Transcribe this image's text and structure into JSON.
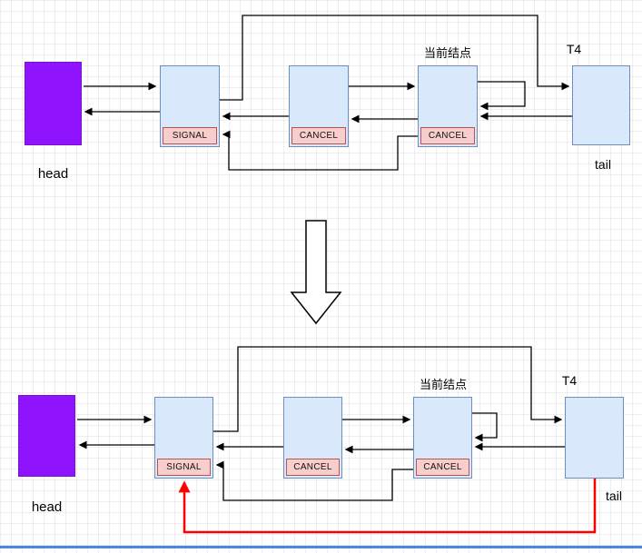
{
  "top": {
    "head_label": "head",
    "current_node_label": "当前结点",
    "thread_label": "T4",
    "tail_label": "tail",
    "node1_status": "SIGNAL",
    "node2_status": "CANCEL",
    "node3_status": "CANCEL"
  },
  "bottom": {
    "head_label": "head",
    "current_node_label": "当前结点",
    "thread_label": "T4",
    "tail_label": "tail",
    "node1_status": "SIGNAL",
    "node2_status": "CANCEL",
    "node3_status": "CANCEL"
  },
  "colors": {
    "node_fill": "#dae8fc",
    "node_border": "#6c8ebf",
    "status_fill": "#f8cecc",
    "status_border": "#b85450",
    "head_fill": "#9013fe",
    "connector": "#000000",
    "highlight_arrow": "#ff0000",
    "bottom_rule": "#4a86e8"
  },
  "edges": {
    "top": [
      {
        "from": "head",
        "to": "node1",
        "pointer": "next"
      },
      {
        "from": "node1",
        "to": "head",
        "pointer": "prev"
      },
      {
        "from": "node2",
        "to": "node1",
        "pointer": "prev"
      },
      {
        "from": "node2",
        "to": "node3",
        "pointer": "next"
      },
      {
        "from": "node3",
        "to": "node2",
        "pointer": "prev"
      },
      {
        "from": "node3",
        "to": "node3",
        "pointer": "next-self-loop"
      },
      {
        "from": "node3",
        "to": "node1",
        "pointer": "prev-skip-cancelled"
      },
      {
        "from": "node1",
        "to": "tail",
        "pointer": "next-skip-cancelled"
      },
      {
        "from": "tail",
        "to": "node3",
        "pointer": "prev"
      }
    ],
    "bottom": [
      {
        "from": "head",
        "to": "node1",
        "pointer": "next"
      },
      {
        "from": "node1",
        "to": "head",
        "pointer": "prev"
      },
      {
        "from": "node2",
        "to": "node1",
        "pointer": "prev"
      },
      {
        "from": "node2",
        "to": "node3",
        "pointer": "next"
      },
      {
        "from": "node3",
        "to": "node2",
        "pointer": "prev"
      },
      {
        "from": "node3",
        "to": "node3",
        "pointer": "next-self-loop"
      },
      {
        "from": "node3",
        "to": "node1",
        "pointer": "prev-skip-cancelled"
      },
      {
        "from": "node1",
        "to": "tail",
        "pointer": "next-skip-cancelled"
      },
      {
        "from": "tail",
        "to": "node3",
        "pointer": "prev"
      },
      {
        "from": "tail",
        "to": "node1",
        "pointer": "prev-updated",
        "color": "#ff0000"
      }
    ]
  }
}
